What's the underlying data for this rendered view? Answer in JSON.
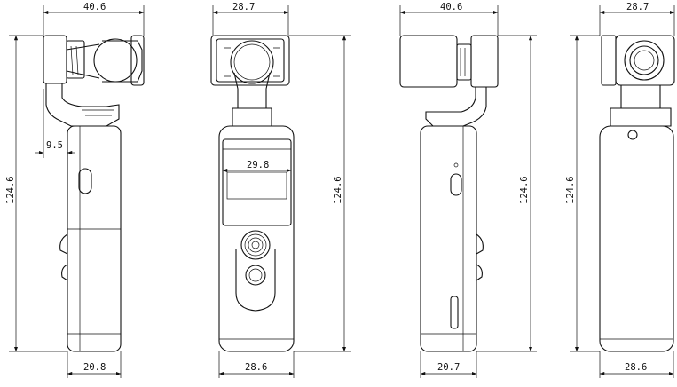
{
  "views": {
    "side_left": {
      "top_width": "40.6",
      "height": "124.6",
      "offset": "9.5",
      "bottom_width": "20.8"
    },
    "front": {
      "top_width": "28.7",
      "screen_width": "29.8",
      "height": "124.6",
      "bottom_width": "28.6"
    },
    "side_right": {
      "top_width": "40.6",
      "height": "124.6",
      "bottom_width": "20.7"
    },
    "back": {
      "top_width": "28.7",
      "height": "124.6",
      "bottom_width": "28.6"
    }
  }
}
